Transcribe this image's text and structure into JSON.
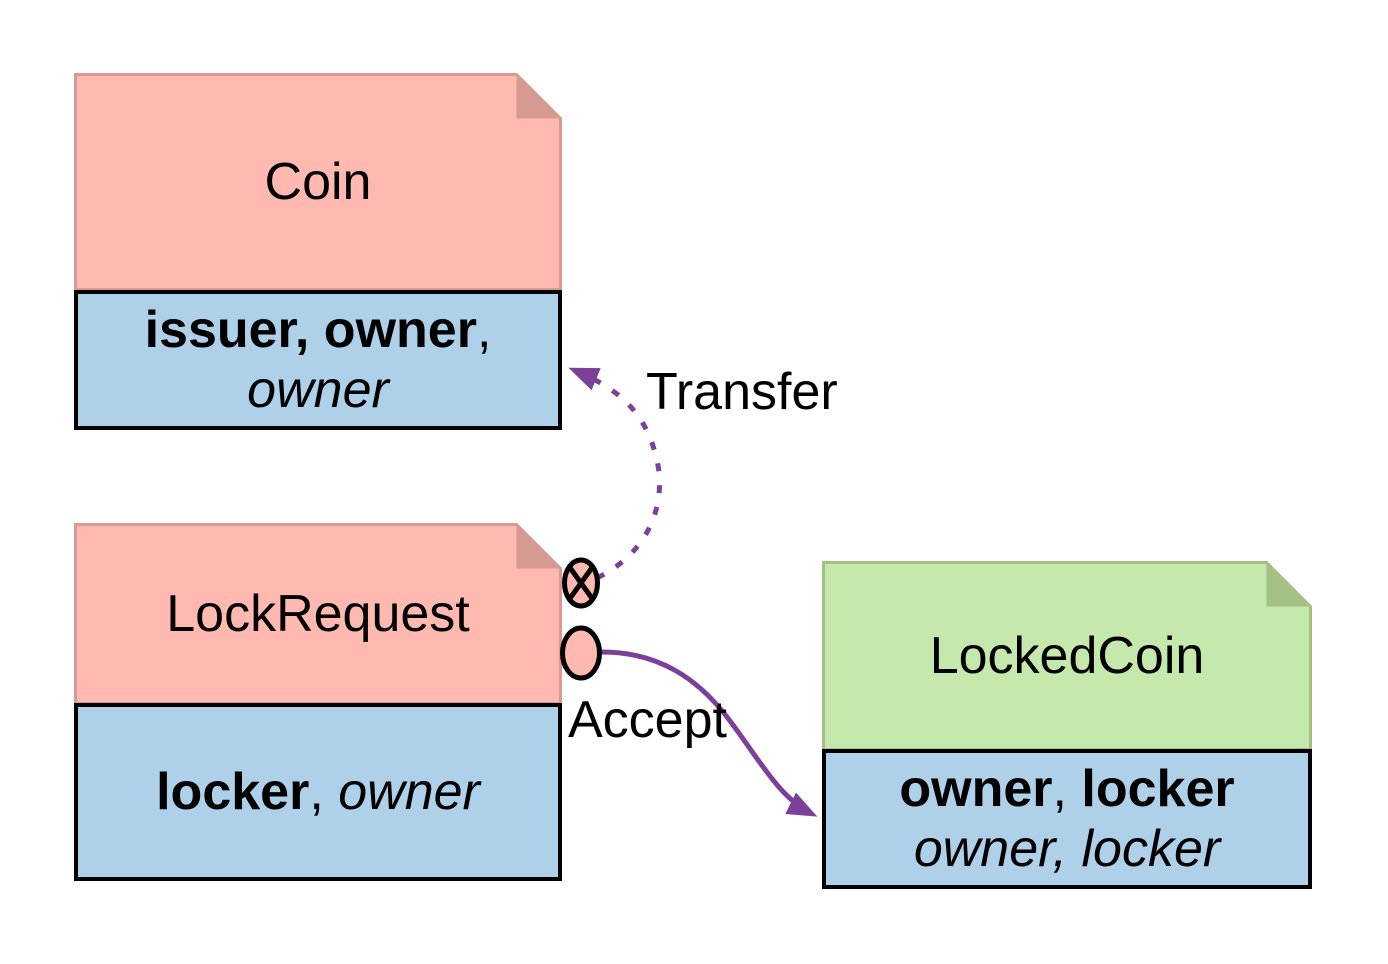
{
  "colors": {
    "pink": "#ffb9b1",
    "pink_border": "#d69a93",
    "green": "#c5e8ac",
    "green_border": "#a3c183",
    "blue": "#aed0e9",
    "black": "#000000",
    "purple": "#7d4098",
    "background": "#ffffff"
  },
  "nodes": {
    "coin": {
      "title": "Coin",
      "header_color": "pink",
      "attributes": [
        {
          "segments": [
            {
              "text": "issuer, owner",
              "style": "bold"
            },
            {
              "text": ",",
              "style": "regular"
            }
          ]
        },
        {
          "segments": [
            {
              "text": "owner",
              "style": "italic"
            }
          ]
        }
      ]
    },
    "lock_request": {
      "title": "LockRequest",
      "header_color": "pink",
      "attributes": [
        {
          "segments": [
            {
              "text": "locker",
              "style": "bold"
            },
            {
              "text": ", ",
              "style": "regular"
            },
            {
              "text": "owner",
              "style": "italic"
            }
          ]
        }
      ]
    },
    "locked_coin": {
      "title": "LockedCoin",
      "header_color": "green",
      "attributes": [
        {
          "segments": [
            {
              "text": "owner",
              "style": "bold"
            },
            {
              "text": ", ",
              "style": "regular"
            },
            {
              "text": "locker",
              "style": "bold"
            }
          ]
        },
        {
          "segments": [
            {
              "text": "owner, locker",
              "style": "italic"
            }
          ]
        }
      ]
    }
  },
  "edges": {
    "transfer": {
      "label": "Transfer",
      "line_style": "dashed",
      "source_icon": "circle-x",
      "target": "coin"
    },
    "accept": {
      "label": "Accept",
      "line_style": "solid",
      "source_icon": "circle",
      "target": "locked_coin"
    }
  }
}
